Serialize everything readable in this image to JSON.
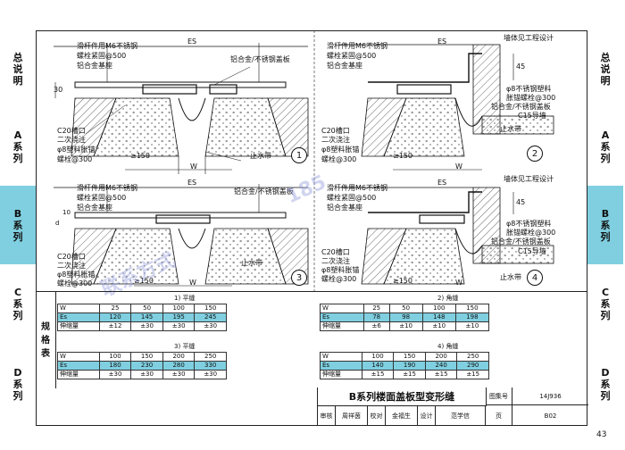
{
  "side_tabs": {
    "left": [
      {
        "label": [
          "总",
          "说",
          "明"
        ]
      },
      {
        "label": [
          "A",
          "系",
          "列"
        ]
      },
      {
        "label": [
          "B",
          "系",
          "列"
        ]
      },
      {
        "label": [
          "C",
          "系",
          "列"
        ]
      },
      {
        "label": [
          "D",
          "系",
          "列"
        ]
      }
    ],
    "right": [
      {
        "label": [
          "总",
          "说",
          "明"
        ]
      },
      {
        "label": [
          "A",
          "系",
          "列"
        ]
      },
      {
        "label": [
          "B",
          "系",
          "列"
        ]
      },
      {
        "label": [
          "C",
          "系",
          "列"
        ]
      },
      {
        "label": [
          "D",
          "系",
          "列"
        ]
      }
    ],
    "active_index": 2,
    "active_color": "#7fcfe0"
  },
  "details": {
    "d1": {
      "num": "1",
      "es": "ES",
      "w": "W",
      "dim_30": "30",
      "dim_150": "≥150",
      "labels": [
        "滑杆件用M6不锈钢",
        "螺栓紧固@500",
        "铝合金基座",
        "铝合金/不锈钢盖板",
        "C20槽口",
        "二次浇注",
        "φ8塑料胀锚",
        "螺栓@300",
        "止水带"
      ]
    },
    "d2": {
      "num": "2",
      "es": "ES",
      "w": "W",
      "dim_45": "45",
      "dim_150": "≥150",
      "labels": [
        "墙体见工程设计",
        "滑杆件用M6不锈钢",
        "螺栓紧固@500",
        "铝合金基座",
        "φ8不锈钢塑料",
        "胀锚螺栓@300",
        "铝合金/不锈钢盖板",
        "C15导墙",
        "C20槽口",
        "二次浇注",
        "φ8塑料胀锚",
        "螺栓@300",
        "止水带"
      ]
    },
    "d3": {
      "num": "3",
      "es": "ES",
      "w": "W",
      "dim_d": "d",
      "dim_10": "10",
      "dim_150": "≥150",
      "labels": [
        "滑杆件用M6不锈钢",
        "螺栓紧固@500",
        "铝合金基座",
        "铝合金/不锈钢盖板",
        "C20槽口",
        "二次浇注",
        "φ8塑料胀锚",
        "螺栓@300",
        "止水带"
      ]
    },
    "d4": {
      "num": "4",
      "es": "ES",
      "w": "W",
      "dim_45": "45",
      "dim_150": "≥150",
      "labels": [
        "墙体见工程设计",
        "滑杆件用M6不锈钢",
        "螺栓紧固@500",
        "铝合金基座",
        "φ8不锈钢塑料",
        "胀锚螺栓@300",
        "铝合金/不锈钢盖板",
        "C15导墙",
        "C20槽口",
        "二次浇注",
        "φ8塑料胀锚",
        "螺栓@300",
        "止水带"
      ]
    }
  },
  "spec": {
    "label": [
      "规",
      "格",
      "表"
    ],
    "t1": {
      "caption_num": "1",
      "caption": "平缝",
      "W": [
        "W",
        "25",
        "50",
        "100",
        "150"
      ],
      "Es": [
        "Es",
        "120",
        "145",
        "195",
        "245"
      ],
      "shift": [
        "伸缩量",
        "±12",
        "±30",
        "±30",
        "±30"
      ]
    },
    "t2": {
      "caption_num": "2",
      "caption": "角缝",
      "W": [
        "W",
        "25",
        "50",
        "100",
        "150"
      ],
      "Es": [
        "Es",
        "78",
        "98",
        "148",
        "198"
      ],
      "shift": [
        "伸缩量",
        "±6",
        "±10",
        "±10",
        "±10"
      ]
    },
    "t3": {
      "caption_num": "3",
      "caption": "平缝",
      "W": [
        "W",
        "100",
        "150",
        "200",
        "250"
      ],
      "Es": [
        "Es",
        "180",
        "230",
        "280",
        "330"
      ],
      "shift": [
        "伸缩量",
        "±30",
        "±30",
        "±30",
        "±30"
      ]
    },
    "t4": {
      "caption_num": "4",
      "caption": "角缝",
      "W": [
        "W",
        "100",
        "150",
        "200",
        "250"
      ],
      "Es": [
        "Es",
        "140",
        "190",
        "240",
        "290"
      ],
      "shift": [
        "伸缩量",
        "±15",
        "±15",
        "±15",
        "±15"
      ]
    }
  },
  "title_block": {
    "title": "B系列楼面盖板型变形缝",
    "atlas_label": "图集号",
    "atlas_no": "14J936",
    "page_label": "页",
    "page_code": "B02",
    "roles": [
      "审核",
      "周祥茵",
      "校对",
      "金福生",
      "设计",
      "范学信"
    ]
  },
  "page_number": "43",
  "watermark": [
    "联系方式",
    "185"
  ]
}
